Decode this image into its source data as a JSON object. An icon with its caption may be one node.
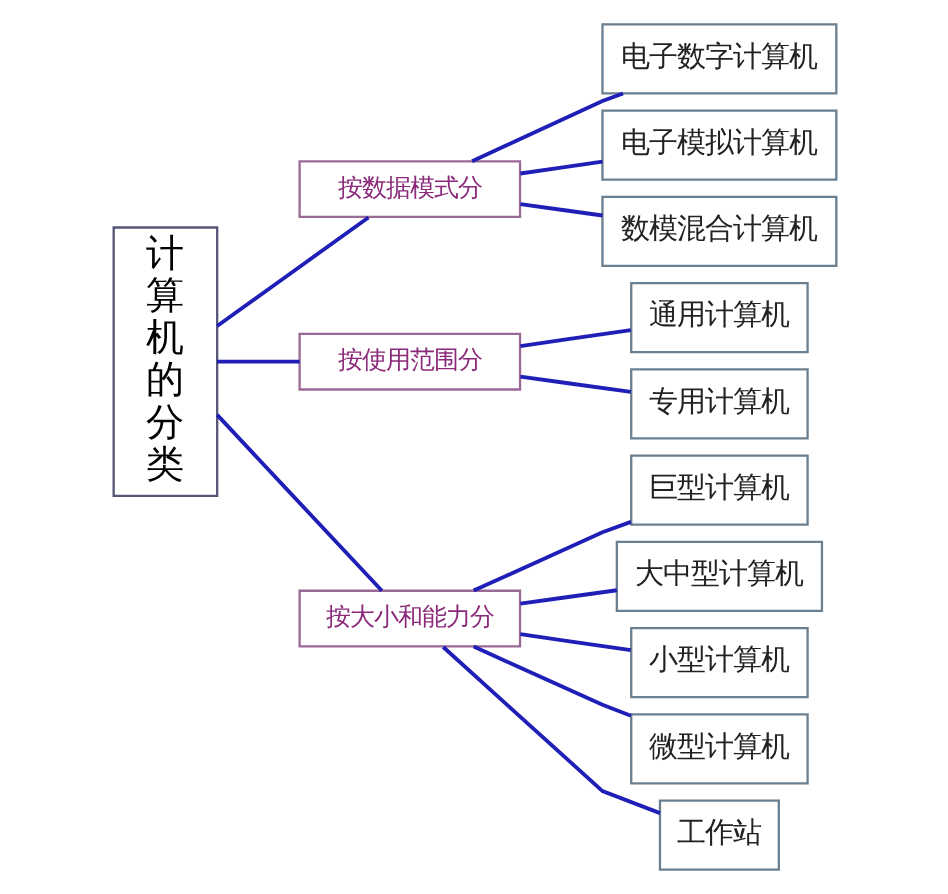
{
  "diagram": {
    "nodes": [
      {
        "text": [
          "计算机的分类"
        ]
      },
      {
        "text": [
          "按数据模式分"
        ]
      },
      {
        "text": [
          "按使用范围分"
        ]
      },
      {
        "text": [
          "按大小和能力分"
        ]
      },
      {
        "text": [
          "电子数字计算机"
        ]
      },
      {
        "text": [
          "电子模拟计算机"
        ]
      },
      {
        "text": [
          "数模混合计算机"
        ]
      },
      {
        "text": [
          "通用计算机"
        ]
      },
      {
        "text": [
          "专用计算机"
        ]
      },
      {
        "text": [
          "巨型计算机"
        ]
      },
      {
        "text": [
          "大中型计算机"
        ]
      },
      {
        "text": [
          "小型计算机"
        ]
      },
      {
        "text": [
          "微型计算机"
        ]
      },
      {
        "text": [
          "工作站"
        ]
      }
    ],
    "edges": [
      {
        "from": 0,
        "to": 1,
        "arrow": "none"
      },
      {
        "from": 0,
        "to": 2,
        "arrow": "none"
      },
      {
        "from": 0,
        "to": 3,
        "arrow": "none"
      },
      {
        "from": 1,
        "to": 4,
        "arrow": "none"
      },
      {
        "from": 1,
        "to": 5,
        "arrow": "none"
      },
      {
        "from": 1,
        "to": 6,
        "arrow": "none"
      },
      {
        "from": 2,
        "to": 7,
        "arrow": "none"
      },
      {
        "from": 2,
        "to": 8,
        "arrow": "none"
      },
      {
        "from": 3,
        "to": 9,
        "arrow": "none"
      },
      {
        "from": 3,
        "to": 10,
        "arrow": "none"
      },
      {
        "from": 3,
        "to": 11,
        "arrow": "none"
      },
      {
        "from": 3,
        "to": 12,
        "arrow": "none"
      },
      {
        "from": 3,
        "to": 13,
        "arrow": "none"
      }
    ]
  }
}
